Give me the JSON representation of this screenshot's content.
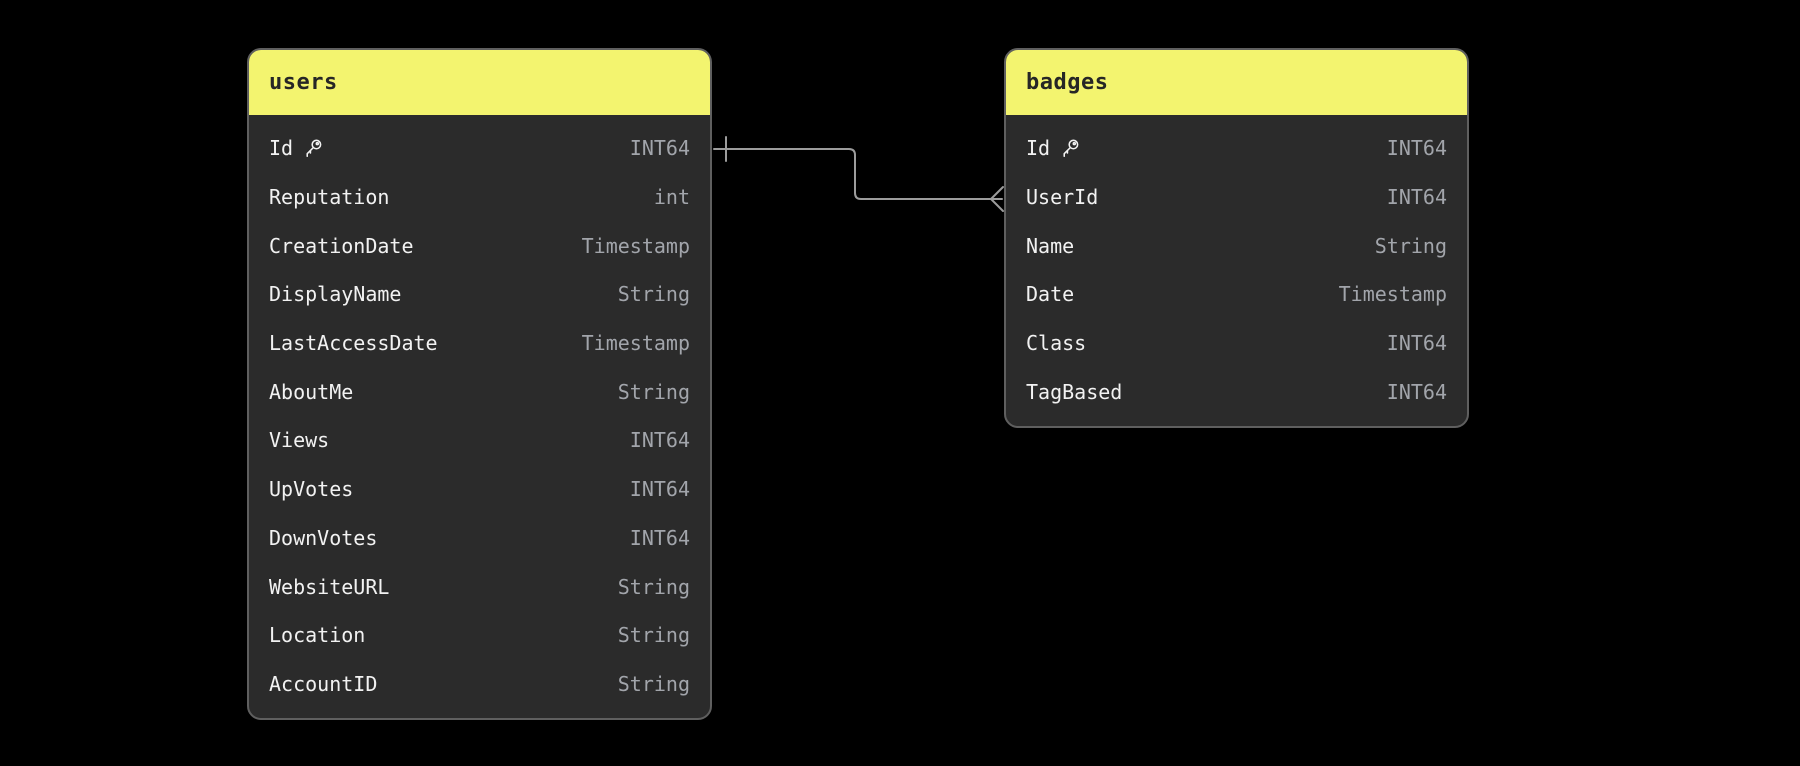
{
  "colors": {
    "background": "#000000",
    "table_header_fill": "#f3f46f",
    "table_header_text": "#262626",
    "table_body_fill": "#2b2b2b",
    "table_border": "#5f5f5f",
    "field_name_text": "#f2f2f2",
    "field_type_text": "#a2a5ab",
    "relationship_line": "#9c9c9c"
  },
  "icons": {
    "primary_key": "key-icon"
  },
  "tables": [
    {
      "title": "users",
      "fields": [
        {
          "name": "Id",
          "type": "INT64",
          "primary_key": true
        },
        {
          "name": "Reputation",
          "type": "int"
        },
        {
          "name": "CreationDate",
          "type": "Timestamp"
        },
        {
          "name": "DisplayName",
          "type": "String"
        },
        {
          "name": "LastAccessDate",
          "type": "Timestamp"
        },
        {
          "name": "AboutMe",
          "type": "String"
        },
        {
          "name": "Views",
          "type": "INT64"
        },
        {
          "name": "UpVotes",
          "type": "INT64"
        },
        {
          "name": "DownVotes",
          "type": "INT64"
        },
        {
          "name": "WebsiteURL",
          "type": "String"
        },
        {
          "name": "Location",
          "type": "String"
        },
        {
          "name": "AccountID",
          "type": "String"
        }
      ]
    },
    {
      "title": "badges",
      "fields": [
        {
          "name": "Id",
          "type": "INT64",
          "primary_key": true
        },
        {
          "name": "UserId",
          "type": "INT64"
        },
        {
          "name": "Name",
          "type": "String"
        },
        {
          "name": "Date",
          "type": "Timestamp"
        },
        {
          "name": "Class",
          "type": "INT64"
        },
        {
          "name": "TagBased",
          "type": "INT64"
        }
      ]
    }
  ],
  "relationships": [
    {
      "from_table": "users",
      "from_field": "Id",
      "to_table": "badges",
      "to_field": "UserId",
      "from_cardinality": "one",
      "to_cardinality": "many"
    }
  ]
}
